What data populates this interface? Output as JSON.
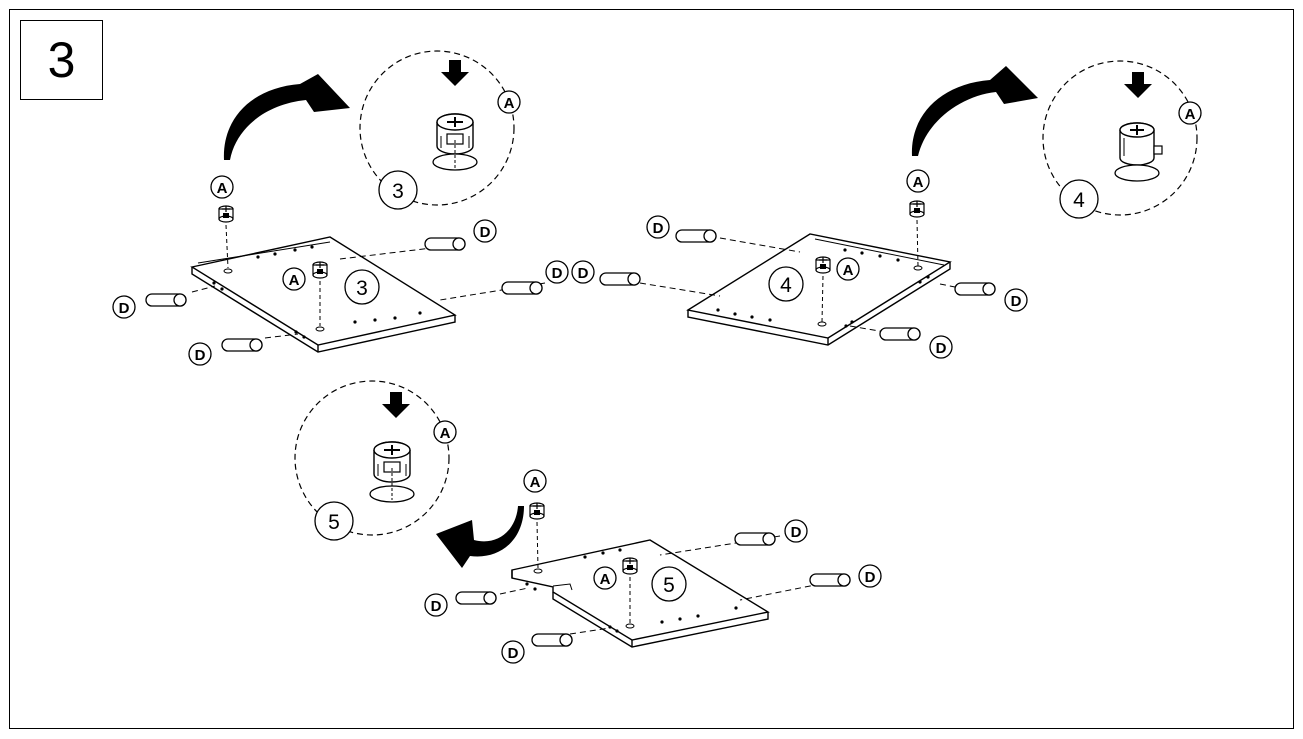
{
  "step_number": "3",
  "part_labels": {
    "cam": "A",
    "dowel": "D"
  },
  "panel_numbers": [
    "3",
    "4",
    "5"
  ],
  "detail_numbers": [
    "3",
    "4",
    "5"
  ],
  "colors": {
    "line": "#000000",
    "background": "#ffffff"
  }
}
